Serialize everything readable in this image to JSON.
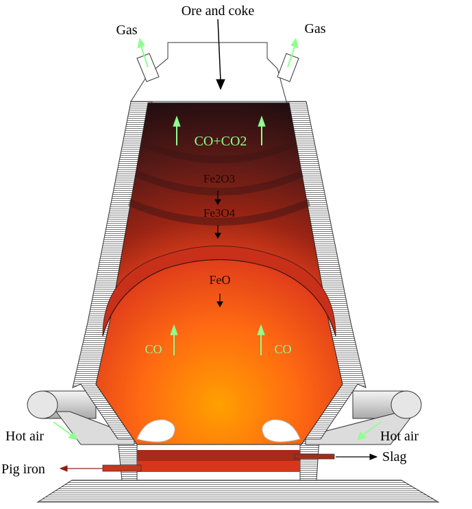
{
  "labels": {
    "input": "Ore and coke",
    "gas_left": "Gas",
    "gas_right": "Gas",
    "top_gas": "CO+CO2",
    "fe2o3": "Fe2O3",
    "fe3o4": "Fe3O4",
    "feo": "FeO",
    "co_left": "CO",
    "co_right": "CO",
    "hot_air_left": "Hot air",
    "hot_air_right": "Hot air",
    "slag": "Slag",
    "pig_iron": "Pig iron"
  },
  "colors": {
    "gas_arrow": "#8fff8f",
    "hot_zone": "#ffa000",
    "cool_zone": "#1a0c10",
    "iron": "#c8361c",
    "slag": "#a82a18",
    "wall": "#d8d8d8"
  }
}
